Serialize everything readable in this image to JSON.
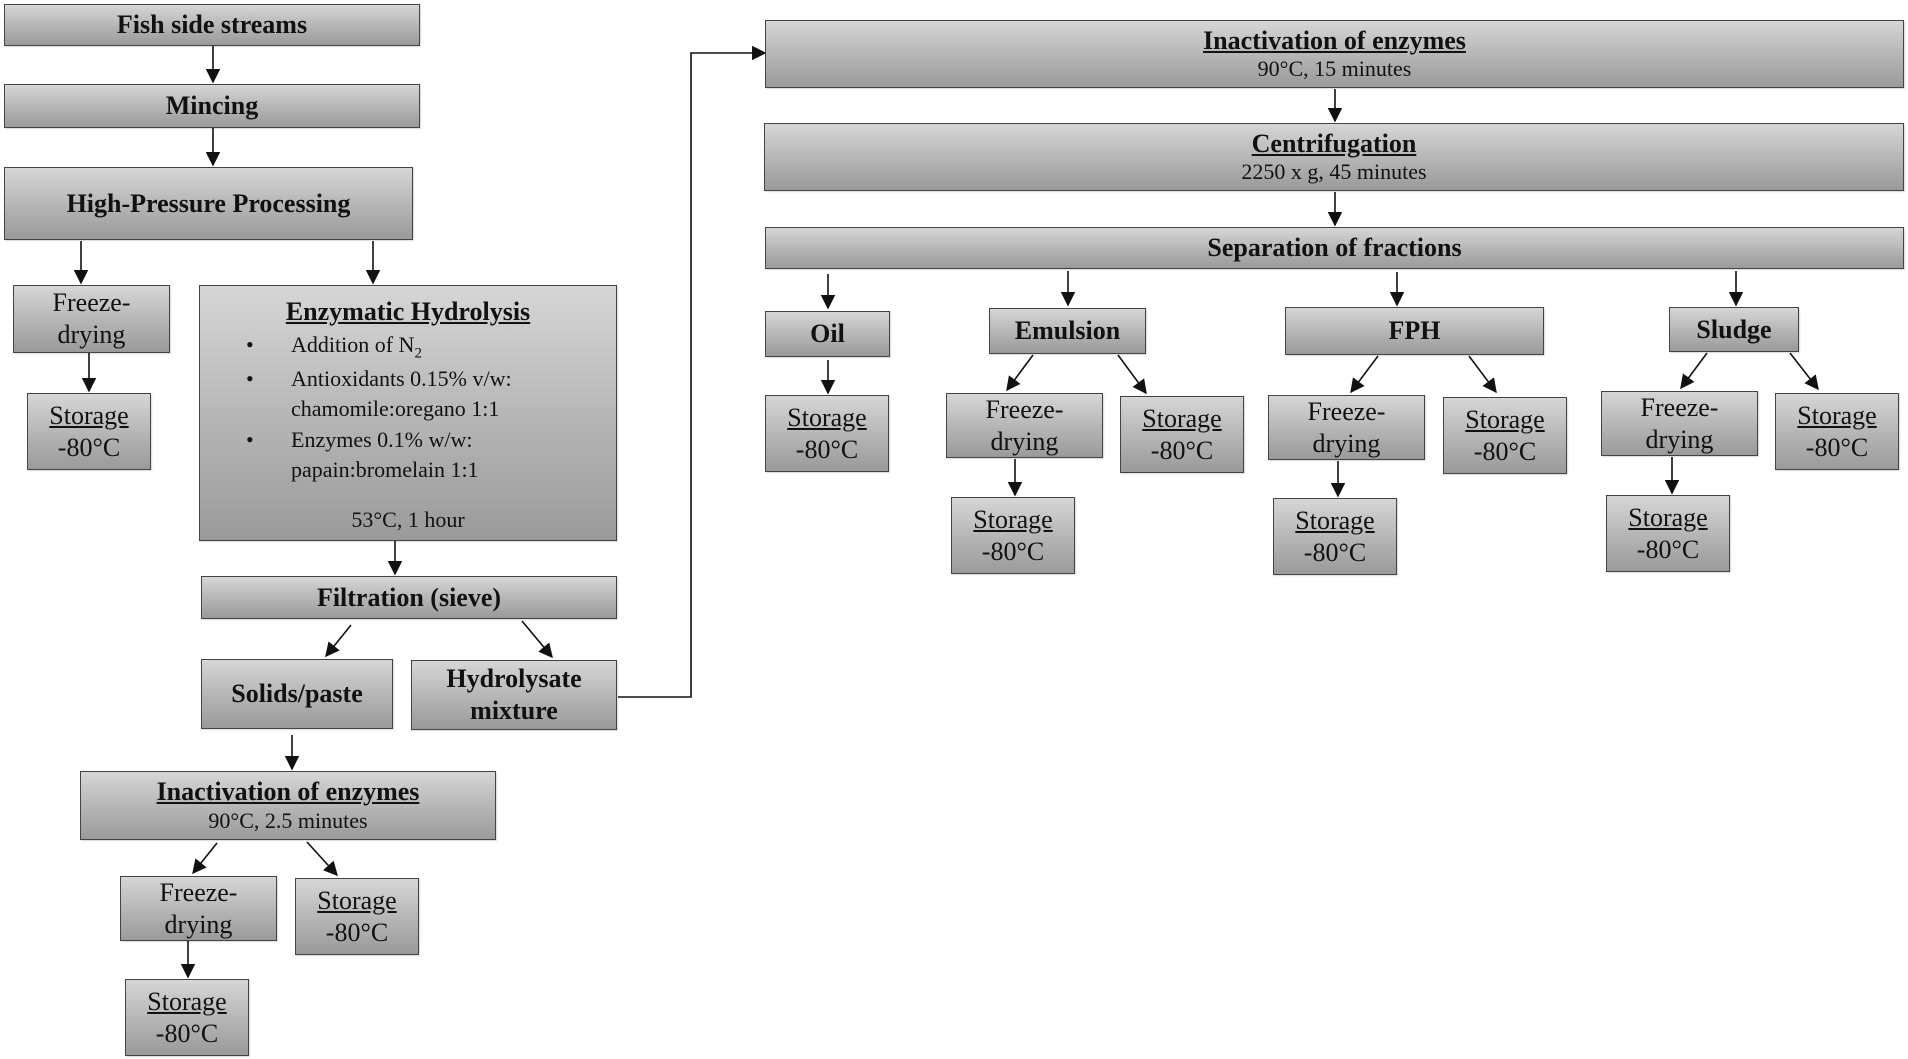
{
  "flow": {
    "fish_side_streams": "Fish side streams",
    "mincing": "Mincing",
    "hpp": "High-Pressure Processing",
    "left_freeze_1": "Freeze-\ndrying",
    "left_storage_1": {
      "title": "Storage",
      "temp": "-80°C"
    },
    "enzymatic": {
      "title": "Enzymatic Hydrolysis",
      "bullets": [
        {
          "text": "Addition of N",
          "sub": "2"
        },
        {
          "text": "Antioxidants 0.15% v/w: chamomile:oregano 1:1"
        },
        {
          "text": "Enzymes 0.1% w/w: papain:bromelain 1:1"
        }
      ],
      "condition": "53°C, 1 hour"
    },
    "filtration": "Filtration (sieve)",
    "solids": "Solids/paste",
    "hydrolysate": "Hydrolysate\nmixture",
    "inact_left": {
      "title": "Inactivation of enzymes",
      "condition": "90°C, 2.5 minutes"
    },
    "solids_freeze": "Freeze-\ndrying",
    "solids_storage_a": {
      "title": "Storage",
      "temp": "-80°C"
    },
    "solids_storage_b": {
      "title": "Storage",
      "temp": "-80°C"
    },
    "inact_right": {
      "title": "Inactivation of enzymes",
      "condition": "90°C, 15 minutes"
    },
    "centrifugation": {
      "title": "Centrifugation",
      "condition": "2250 x g, 45 minutes"
    },
    "separation": "Separation of fractions",
    "oil": {
      "label": "Oil",
      "storage": {
        "title": "Storage",
        "temp": "-80°C"
      }
    },
    "emulsion": {
      "label": "Emulsion",
      "freeze": "Freeze-\ndrying",
      "storage_direct": {
        "title": "Storage",
        "temp": "-80°C"
      },
      "storage_after": {
        "title": "Storage",
        "temp": "-80°C"
      }
    },
    "fph": {
      "label": "FPH",
      "freeze": "Freeze-\ndrying",
      "storage_direct": {
        "title": "Storage",
        "temp": "-80°C"
      },
      "storage_after": {
        "title": "Storage",
        "temp": "-80°C"
      }
    },
    "sludge": {
      "label": "Sludge",
      "freeze": "Freeze-\ndrying",
      "storage_direct": {
        "title": "Storage",
        "temp": "-80°C"
      },
      "storage_after": {
        "title": "Storage",
        "temp": "-80°C"
      }
    }
  },
  "colors": {
    "box_top": "#d6d6d6",
    "box_bottom": "#9a9a9a",
    "border": "#444444",
    "line": "#111111"
  }
}
